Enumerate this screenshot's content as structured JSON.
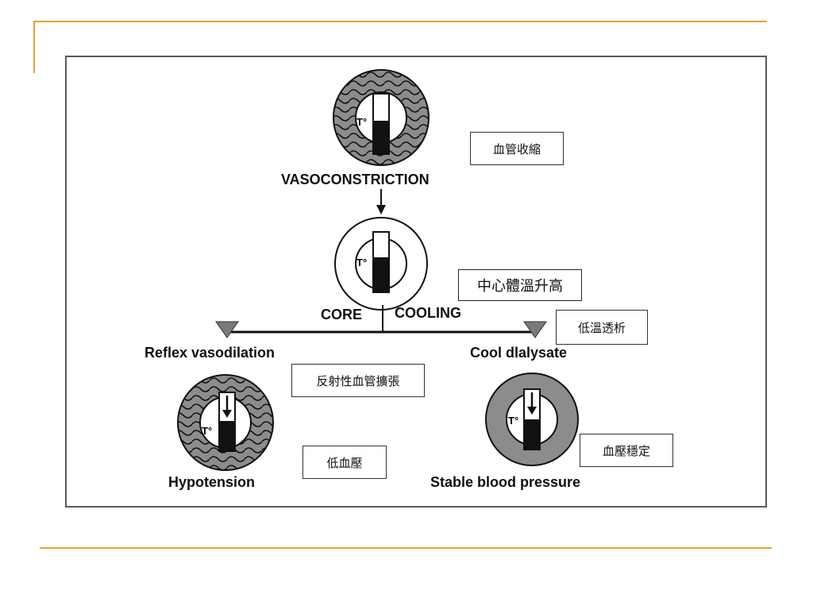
{
  "diagram": {
    "top_label": "VASOCONSTRICTION",
    "core_left": "CORE",
    "core_right": "COOLING",
    "left_branch_label": "Reflex vasodilation",
    "right_branch_label": "Cool dlalysate",
    "bottom_left_label": "Hypotension",
    "bottom_right_label": "Stable blood pressure",
    "temperature_symbol": "T°"
  },
  "notes": {
    "vasoconstriction": "血管收縮",
    "core_temp_rise": "中心體溫升高",
    "low_temp_dialysis": "低溫透析",
    "reflex_vasodilation": "反射性血管擴張",
    "hypotension": "低血壓",
    "bp_stable": "血壓穩定"
  },
  "colors": {
    "accent_rule": "#e0a82e",
    "frame_border": "#5a5a5a",
    "ring_gray": "#8c8c8c",
    "arrowhead_gray": "#7a7a7a"
  }
}
